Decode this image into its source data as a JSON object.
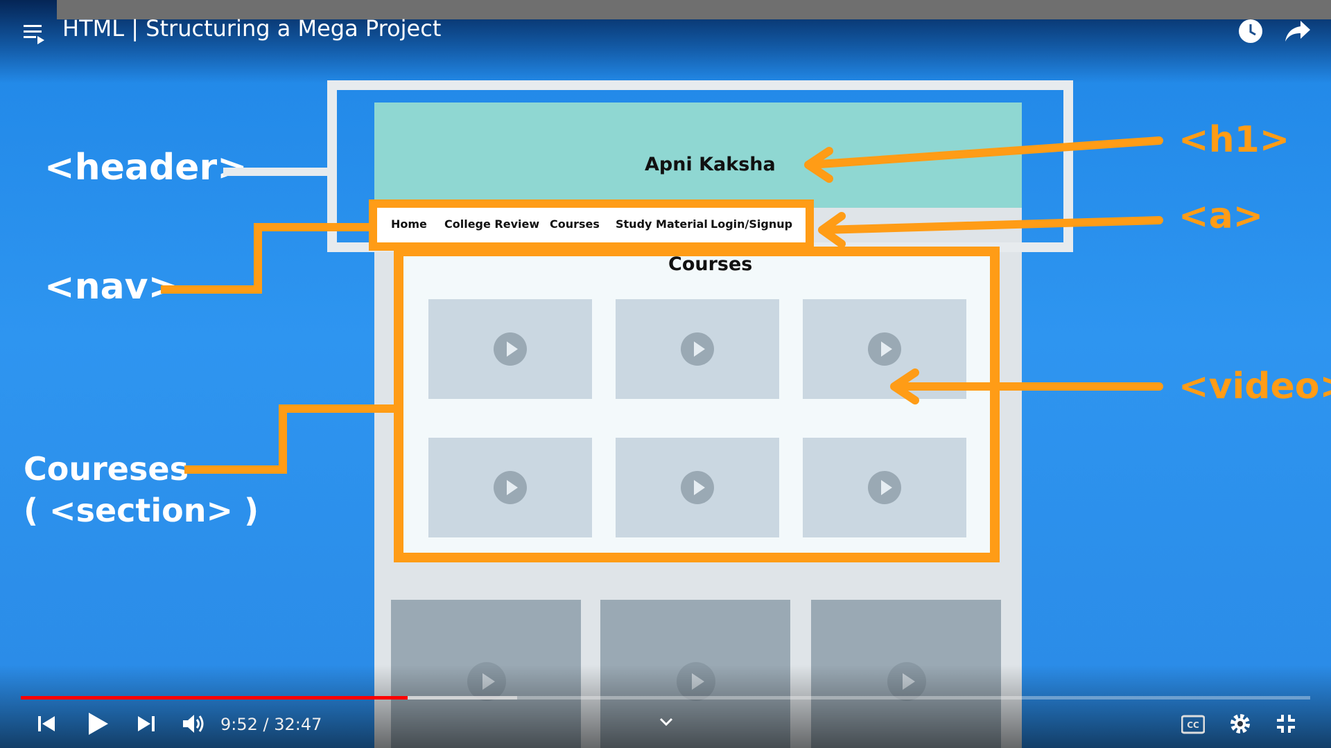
{
  "video": {
    "title": "HTML | Structuring a Mega Project",
    "time_current": "9:52",
    "time_separator": " / ",
    "time_total": "32:47",
    "progress_fraction": 0.3,
    "buffer_fraction": 0.385
  },
  "slide": {
    "header_title": "Apni Kaksha",
    "nav_items": [
      "Home",
      "College Review",
      "Courses",
      "Study Material",
      "Login/Signup"
    ],
    "section_title": "Courses",
    "labels": {
      "header": "<header>",
      "nav": "<nav>",
      "section_line1": "Coureses",
      "section_line2": "( <section> )",
      "h1": "<h1>",
      "a": "<a>",
      "video": "<video>"
    }
  },
  "colors": {
    "accent": "#ff9c16",
    "progress": "#ff0000"
  },
  "icons": [
    "playlist-icon",
    "watch-later-icon",
    "share-icon",
    "skip-previous-icon",
    "play-icon",
    "skip-next-icon",
    "volume-icon",
    "chevron-down-icon",
    "captions-icon",
    "settings-icon",
    "exit-fullscreen-icon"
  ]
}
